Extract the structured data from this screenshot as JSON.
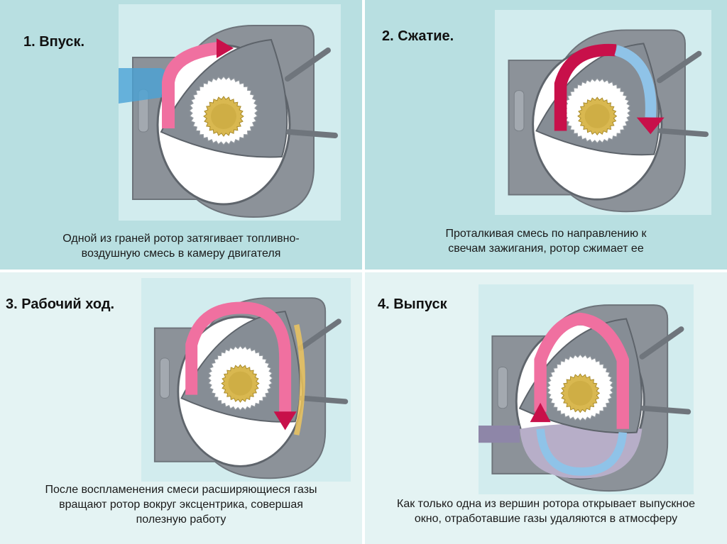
{
  "stages": [
    {
      "title": "1. Впуск.",
      "caption_lines": [
        "Одной из граней ротор затягивает топливно-",
        "воздушную смесь в камеру двигателя"
      ]
    },
    {
      "title": "2. Сжатие.",
      "caption_lines": [
        "Проталкивая смесь по направлению к",
        "свечам зажигания, ротор сжимает ее"
      ]
    },
    {
      "title": "3. Рабочий ход.",
      "caption_lines": [
        "После воспламенения смеси расширяющиеся газы",
        "вращают ротор вокруг эксцентрика, совершая",
        "полезную работу"
      ]
    },
    {
      "title": "4. Выпуск",
      "caption_lines": [
        "Как только одна из вершин ротора открывает выпускное",
        "окно, отработавшие газы удаляются в атмосферу"
      ]
    }
  ],
  "colors": {
    "top_panel_bg": "#b8dfe1",
    "bottom_panel_bg": "#e4f3f3",
    "arrow_red": "#c8104a",
    "arrow_pink": "#f070a0",
    "arrow_blue": "#8fc3e8",
    "housing_gray": "#8c9299",
    "gear_gold": "#d9b850"
  }
}
